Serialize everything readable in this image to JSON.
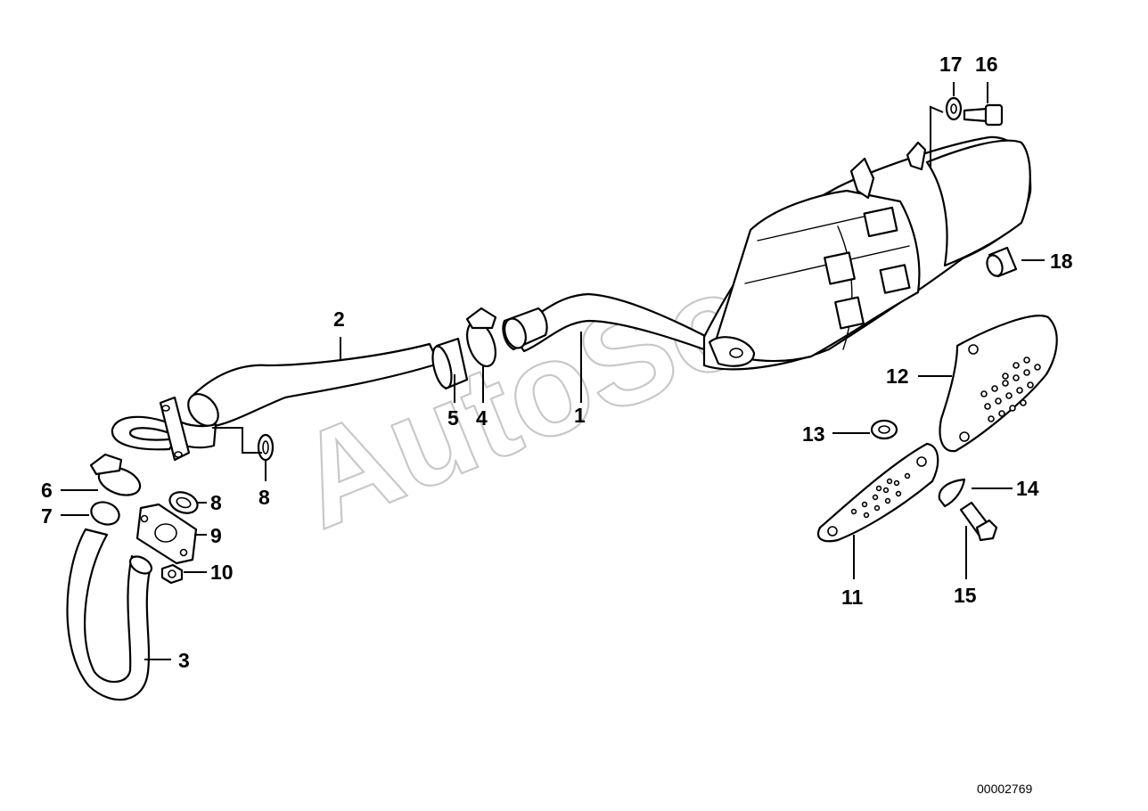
{
  "diagram": {
    "watermark": "AutoSoft",
    "document_number": "00002769",
    "callouts": [
      {
        "id": "c1",
        "label": "1"
      },
      {
        "id": "c2",
        "label": "2"
      },
      {
        "id": "c3",
        "label": "3"
      },
      {
        "id": "c4",
        "label": "4"
      },
      {
        "id": "c5",
        "label": "5"
      },
      {
        "id": "c6",
        "label": "6"
      },
      {
        "id": "c7",
        "label": "7"
      },
      {
        "id": "c8a",
        "label": "8"
      },
      {
        "id": "c8b",
        "label": "8"
      },
      {
        "id": "c9",
        "label": "9"
      },
      {
        "id": "c10",
        "label": "10"
      },
      {
        "id": "c11",
        "label": "11"
      },
      {
        "id": "c12",
        "label": "12"
      },
      {
        "id": "c13",
        "label": "13"
      },
      {
        "id": "c14",
        "label": "14"
      },
      {
        "id": "c15",
        "label": "15"
      },
      {
        "id": "c16",
        "label": "16"
      },
      {
        "id": "c17",
        "label": "17"
      },
      {
        "id": "c18",
        "label": "18"
      }
    ]
  }
}
